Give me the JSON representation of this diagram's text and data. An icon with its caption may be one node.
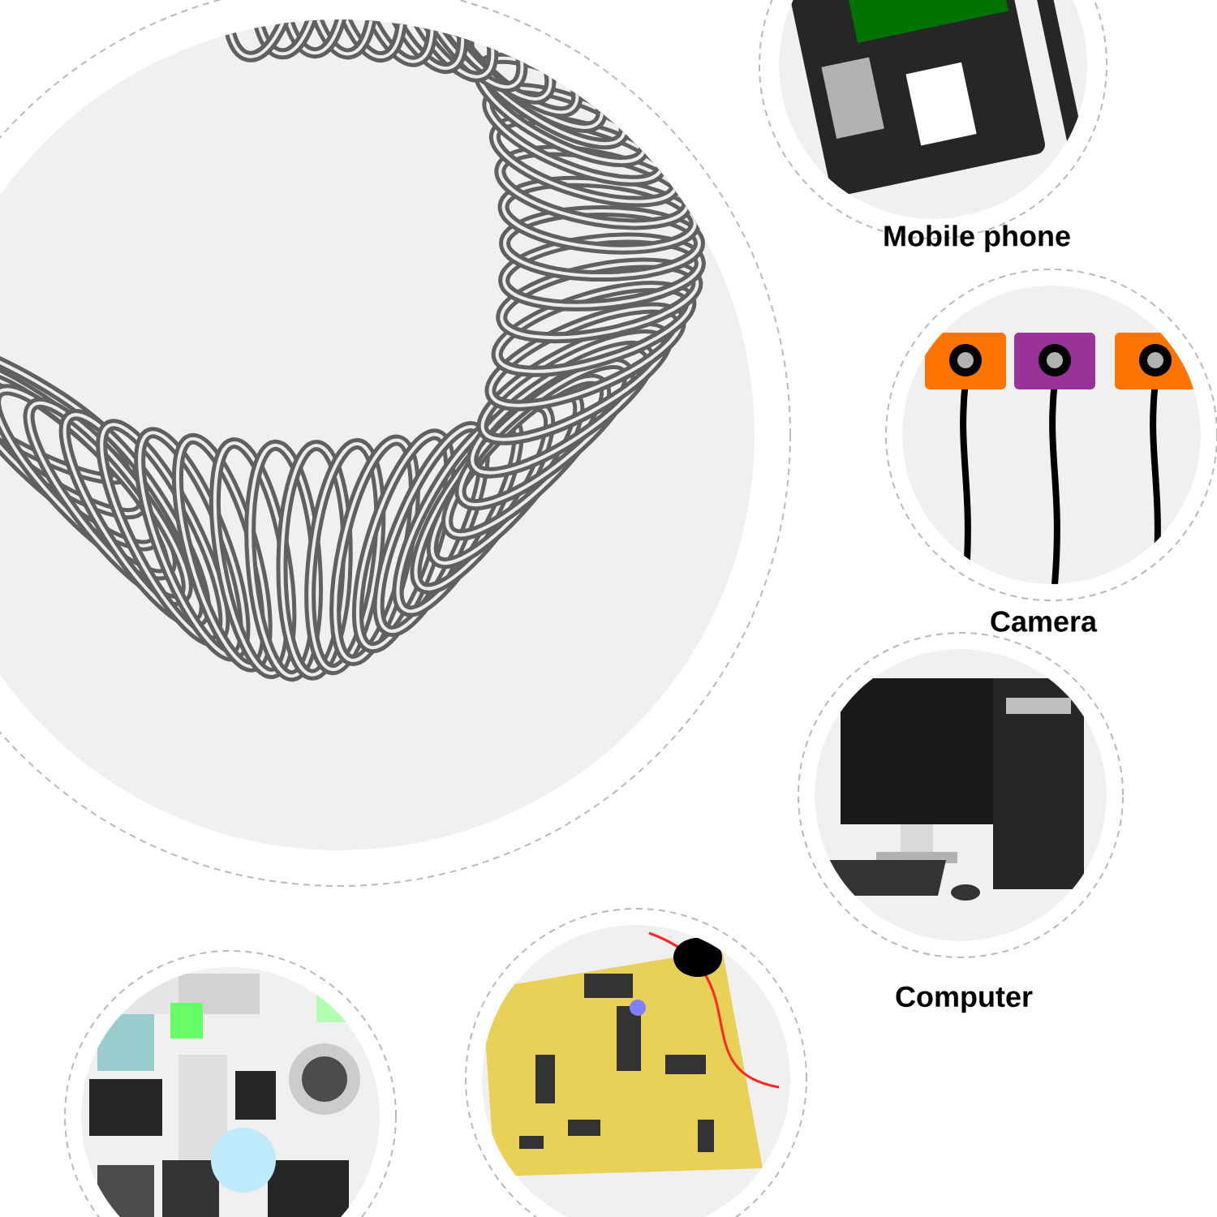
{
  "diagram": {
    "nodes": [
      {
        "text": [],
        "shape": "picture"
      },
      {
        "text": [],
        "shape": "picture",
        "beside": [
          "Mobile phone"
        ]
      },
      {
        "text": [],
        "shape": "picture",
        "beside": [
          "Camera"
        ]
      },
      {
        "text": [],
        "shape": "picture",
        "beside": [
          "Computer"
        ]
      },
      {
        "text": [],
        "shape": "picture"
      },
      {
        "text": [],
        "shape": "picture"
      }
    ]
  }
}
